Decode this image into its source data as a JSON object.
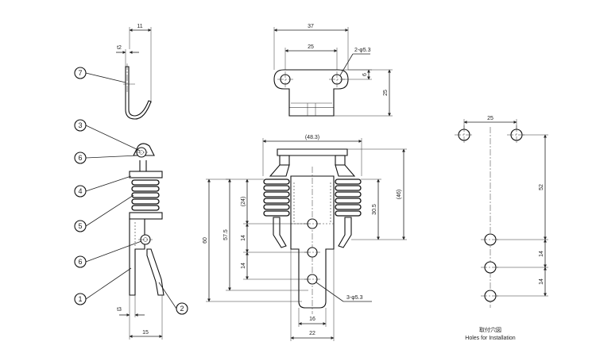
{
  "side_view": {
    "top": {
      "dim_width": "11",
      "dim_thickness": "t2"
    },
    "bottom": {
      "dim_thickness": "t3",
      "dim_width": "15"
    }
  },
  "callouts": [
    "1",
    "2",
    "3",
    "4",
    "5",
    "6",
    "6",
    "7"
  ],
  "top_view": {
    "dim_overall": "37",
    "dim_pitch": "25",
    "hole_note": "2-φ5.3",
    "dim_hole_offset": "6",
    "dim_height": "25"
  },
  "front_view": {
    "dim_width_ref": "(48.3)",
    "dim_24": "(24)",
    "dim_46": "(46)",
    "dim_30_5": "30.5",
    "dim_60": "60",
    "dim_57_5": "57.5",
    "dim_14a": "14",
    "dim_14b": "14",
    "hole_note": "3-φ5.3",
    "dim_16": "16",
    "dim_22": "22"
  },
  "mounting": {
    "dim_pitch": "25",
    "dim_52": "52",
    "dim_14a": "14",
    "dim_14b": "14",
    "caption_jp": "取付穴図",
    "caption_en": "Holes for Installation"
  }
}
